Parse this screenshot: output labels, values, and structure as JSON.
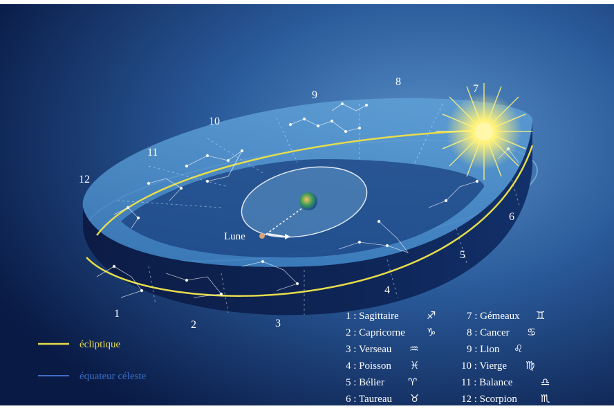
{
  "diagram": {
    "sector_numbers": [
      "1",
      "2",
      "3",
      "4",
      "5",
      "6",
      "7",
      "8",
      "9",
      "10",
      "11",
      "12"
    ],
    "moon_label": "Lune",
    "key": {
      "ecliptic": "écliptique",
      "equator": "équateur céleste",
      "ecliptic_color": "#e6dd4a",
      "equator_color": "#3b6fc4"
    },
    "constellations": [
      {
        "label": "1 : Sagittaire",
        "symbol": "♐"
      },
      {
        "label": "2 : Capricorne",
        "symbol": "♑"
      },
      {
        "label": "3 : Verseau",
        "symbol": "♒"
      },
      {
        "label": "4 : Poisson",
        "symbol": "♓"
      },
      {
        "label": "5 : Bélier",
        "symbol": "♈"
      },
      {
        "label": "6 : Taureau",
        "symbol": "♉"
      },
      {
        "label": "7 : Gémeaux",
        "symbol": "♊"
      },
      {
        "label": "8 : Cancer",
        "symbol": "♋"
      },
      {
        "label": "9 : Lion",
        "symbol": "♌"
      },
      {
        "label": "10 : Vierge",
        "symbol": "♍"
      },
      {
        "label": "11 : Balance",
        "symbol": "♎"
      },
      {
        "label": "12 : Scorpion",
        "symbol": "♏"
      }
    ],
    "colors": {
      "background_dark": "#0b1f4c",
      "background_light": "#3e78b5",
      "band_dark": "#0d1a3c",
      "band_light": "#2b6fae",
      "sun": "#fff27a"
    }
  }
}
